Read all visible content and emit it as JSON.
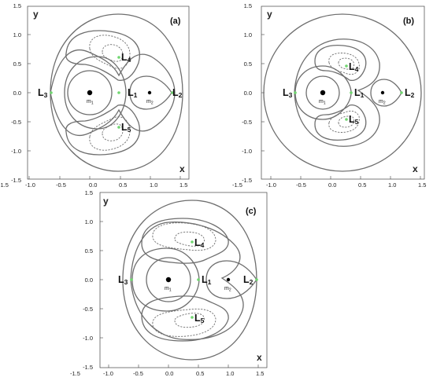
{
  "colors": {
    "curve": "#6e6e6e",
    "lagrange_point": "#6fd66f",
    "mass": "#000000"
  },
  "panels": [
    {
      "tag": "(a)",
      "axis": {
        "x": "x",
        "y": "y"
      },
      "xticks": [
        "-1.5",
        "-1.0",
        "-0.5",
        "0.0",
        "0.5",
        "1.0",
        "1.5"
      ],
      "yticks": [
        "1.5",
        "1.0",
        "0.5",
        "0.0",
        "-0.5",
        "-1.0",
        "-1.5"
      ],
      "points": [
        {
          "main": "L",
          "sub": "1"
        },
        {
          "main": "L",
          "sub": "2"
        },
        {
          "main": "L",
          "sub": "3"
        },
        {
          "main": "L",
          "sub": "4"
        },
        {
          "main": "L",
          "sub": "5"
        }
      ],
      "masses": [
        {
          "main": "m",
          "sub": "1"
        },
        {
          "main": "m",
          "sub": "2"
        }
      ]
    },
    {
      "tag": "(b)",
      "axis": {
        "x": "x",
        "y": "y"
      },
      "xticks": [
        "-1.5",
        "-1.0",
        "-0.5",
        "0.0",
        "0.5",
        "1.0",
        "1.5"
      ],
      "yticks": [
        "1.5",
        "1.0",
        "0.5",
        "0.0",
        "-0.5",
        "-1.0",
        "-1.5"
      ],
      "points": [
        {
          "main": "L",
          "sub": "1"
        },
        {
          "main": "L",
          "sub": "2"
        },
        {
          "main": "L",
          "sub": "3"
        },
        {
          "main": "L",
          "sub": "4"
        },
        {
          "main": "L",
          "sub": "5"
        }
      ],
      "masses": [
        {
          "main": "m",
          "sub": "1"
        },
        {
          "main": "m",
          "sub": "2"
        }
      ]
    },
    {
      "tag": "(c)",
      "axis": {
        "x": "x",
        "y": "y"
      },
      "xticks": [
        "-1.5",
        "-1.0",
        "-0.5",
        "0.0",
        "0.5",
        "1.0",
        "1.5"
      ],
      "yticks": [
        "1.5",
        "1.0",
        "0.5",
        "0.0",
        "-0.5",
        "-1.0",
        "-1.5"
      ],
      "points": [
        {
          "main": "L",
          "sub": "1"
        },
        {
          "main": "L",
          "sub": "2"
        },
        {
          "main": "L",
          "sub": "3"
        },
        {
          "main": "L",
          "sub": "4"
        },
        {
          "main": "L",
          "sub": "5"
        }
      ],
      "masses": [
        {
          "main": "m",
          "sub": "1"
        },
        {
          "main": "m",
          "sub": "2"
        }
      ]
    }
  ]
}
